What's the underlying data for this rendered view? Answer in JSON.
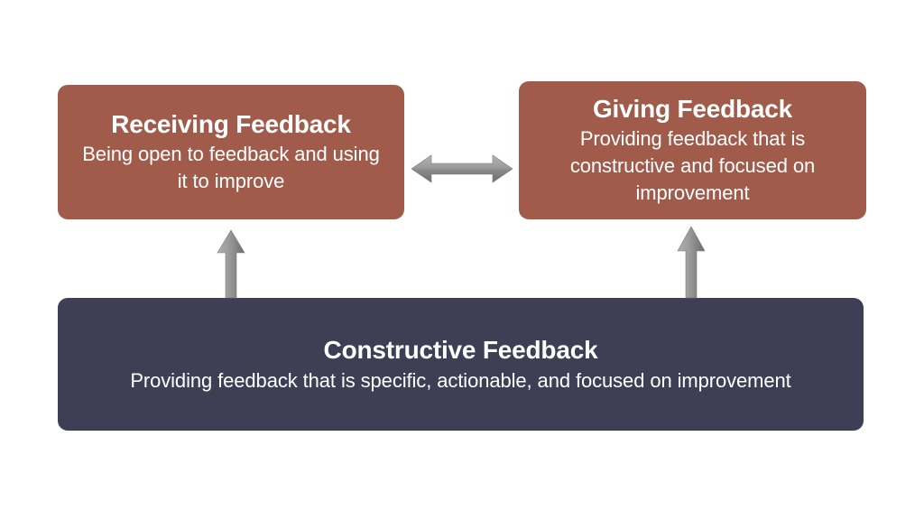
{
  "diagram": {
    "title": "Constructive Feedback relationship diagram",
    "background_color": "#ffffff",
    "accent_color": "#a05b4b",
    "base_color": "#3e3e54",
    "arrow_color": "#8a8a8a",
    "text_color": "#ffffff"
  },
  "nodes": {
    "receiving": {
      "title": "Receiving Feedback",
      "description": "Being open to feedback and using it to improve",
      "color": "#a05b4b"
    },
    "giving": {
      "title": "Giving Feedback",
      "description": "Providing feedback that is constructive and focused on improvement",
      "color": "#a05b4b"
    },
    "constructive": {
      "title": "Constructive Feedback",
      "description": "Providing feedback that is specific, actionable, and focused on improvement",
      "color": "#3e3e54"
    }
  },
  "connectors": {
    "horizontal": {
      "name": "double-headed-arrow-icon",
      "from": "receiving",
      "to": "giving",
      "direction": "bidirectional"
    },
    "left_up": {
      "name": "arrow-up-icon",
      "from": "constructive",
      "to": "receiving",
      "direction": "up"
    },
    "right_up": {
      "name": "arrow-up-icon",
      "from": "constructive",
      "to": "giving",
      "direction": "up"
    }
  }
}
